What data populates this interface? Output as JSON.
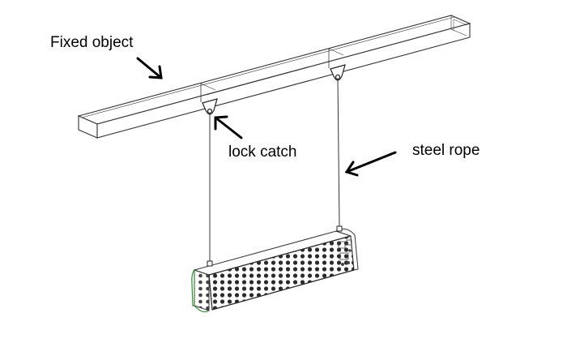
{
  "labels": {
    "fixed_object": "Fixed object",
    "lock_catch": "lock catch",
    "steel_rope": "steel rope"
  },
  "colors": {
    "line": "#333333",
    "arrow": "#000000",
    "fixture_edge": "#3a8a3a",
    "background": "#ffffff"
  }
}
